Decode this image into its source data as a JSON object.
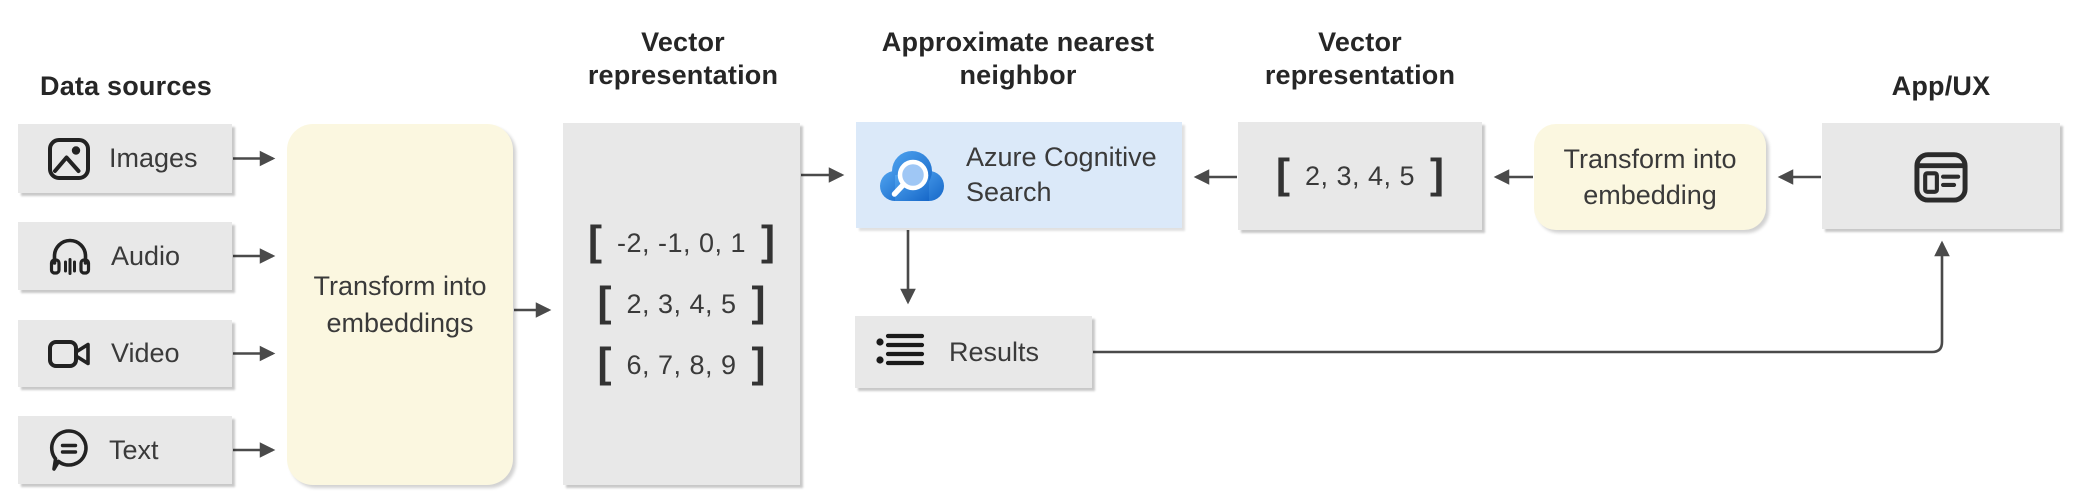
{
  "headings": {
    "data_sources": "Data sources",
    "vector_representation_left": "Vector representation",
    "approximate_nearest_neighbor": "Approximate nearest neighbor",
    "vector_representation_right": "Vector representation",
    "app_ux": "App/UX"
  },
  "data_sources": {
    "items": [
      {
        "label": "Images",
        "icon": "image-icon"
      },
      {
        "label": "Audio",
        "icon": "audio-icon"
      },
      {
        "label": "Video",
        "icon": "video-icon"
      },
      {
        "label": "Text",
        "icon": "speech-bubble-icon"
      }
    ]
  },
  "transform_embeddings": {
    "label": "Transform into embeddings"
  },
  "vector_brackets": {
    "open": "[",
    "close": "]"
  },
  "vector_box_left": {
    "vectors": [
      "-2, -1, 0, 1",
      "2, 3, 4, 5",
      "6, 7, 8, 9"
    ]
  },
  "azure_search": {
    "label": "Azure Cognitive Search",
    "icon": "cloud-search-icon"
  },
  "results": {
    "label": "Results",
    "icon": "results-list-icon"
  },
  "vector_box_right": {
    "vector": "2, 3, 4, 5"
  },
  "transform_embedding": {
    "label": "Transform into embedding"
  },
  "app_ux_box": {
    "icon": "browser-window-icon"
  },
  "colors": {
    "box_gray": "#E8E8E8",
    "box_yellow": "#FBF7E0",
    "box_blue": "#DBE9F9",
    "arrow": "#4A4A4A",
    "heading_text": "#262626",
    "body_text": "#3A3A3A",
    "azure_cloud_blue": "#2B84DF",
    "azure_cloud_blue_dark": "#1667C8",
    "magnifier_fill": "#9FC7F5"
  }
}
